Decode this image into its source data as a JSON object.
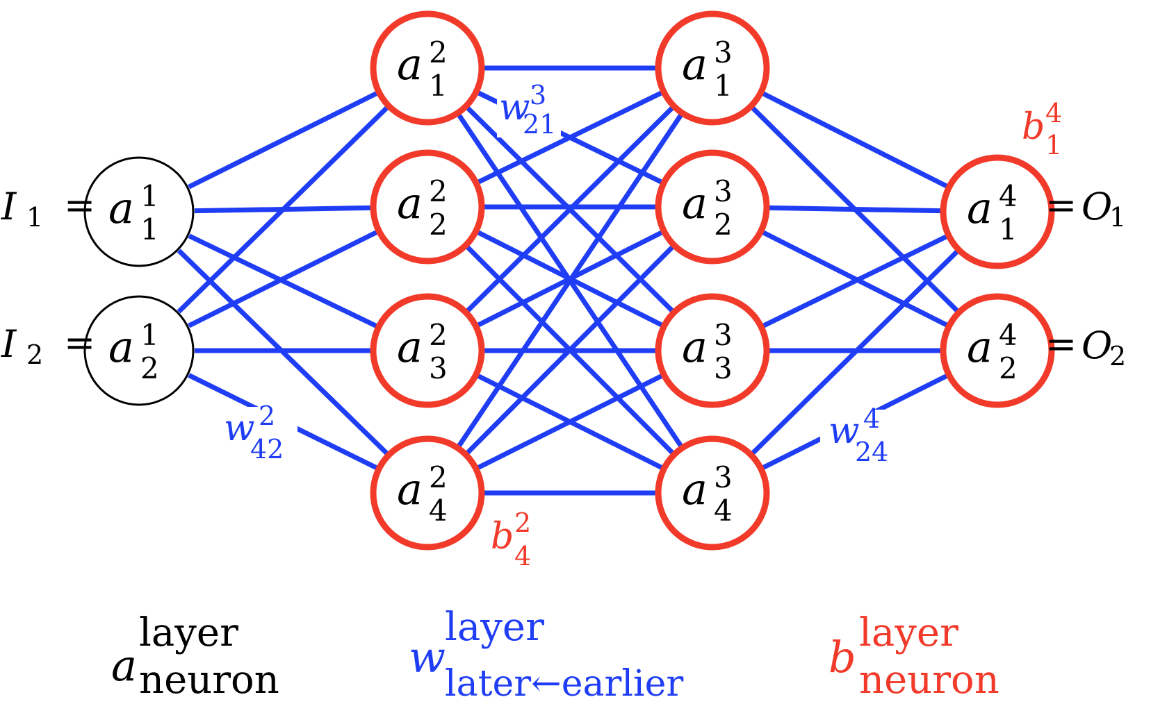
{
  "colors": {
    "weight_line": "#1f3df5",
    "bias_neuron": "#f23a2a",
    "input_neuron": "#000000",
    "text": "#000000",
    "weight_label": "#1f3df5",
    "bias_label": "#f23a2a"
  },
  "network": {
    "layers": [
      {
        "index": "1",
        "neurons": [
          {
            "symbol": "a",
            "sup": "1",
            "sub": "1",
            "left_label": {
              "symbol": "I",
              "sub": "1"
            }
          },
          {
            "symbol": "a",
            "sup": "1",
            "sub": "2",
            "left_label": {
              "symbol": "I",
              "sub": "2"
            }
          }
        ]
      },
      {
        "index": "2",
        "neurons": [
          {
            "symbol": "a",
            "sup": "2",
            "sub": "1"
          },
          {
            "symbol": "a",
            "sup": "2",
            "sub": "2"
          },
          {
            "symbol": "a",
            "sup": "2",
            "sub": "3"
          },
          {
            "symbol": "a",
            "sup": "2",
            "sub": "4"
          }
        ]
      },
      {
        "index": "3",
        "neurons": [
          {
            "symbol": "a",
            "sup": "3",
            "sub": "1"
          },
          {
            "symbol": "a",
            "sup": "3",
            "sub": "2"
          },
          {
            "symbol": "a",
            "sup": "3",
            "sub": "3"
          },
          {
            "symbol": "a",
            "sup": "3",
            "sub": "4"
          }
        ]
      },
      {
        "index": "4",
        "neurons": [
          {
            "symbol": "a",
            "sup": "4",
            "sub": "1",
            "right_label": {
              "symbol": "O",
              "sub": "1"
            }
          },
          {
            "symbol": "a",
            "sup": "4",
            "sub": "2",
            "right_label": {
              "symbol": "O",
              "sub": "2"
            }
          }
        ]
      }
    ],
    "equals": "=",
    "weight_labels": [
      {
        "symbol": "w",
        "sup": "3",
        "sub": "21"
      },
      {
        "symbol": "w",
        "sup": "2",
        "sub": "42"
      },
      {
        "symbol": "w",
        "sup": "4",
        "sub": "24"
      }
    ],
    "bias_labels": [
      {
        "symbol": "b",
        "sup": "4",
        "sub": "1"
      },
      {
        "symbol": "b",
        "sup": "2",
        "sub": "4"
      }
    ]
  },
  "legend": {
    "activation": {
      "symbol": "a",
      "sup": "layer",
      "sub": "neuron"
    },
    "weight": {
      "symbol": "w",
      "sup": "layer",
      "sub": "later←earlier"
    },
    "bias": {
      "symbol": "b",
      "sup": "layer",
      "sub": "neuron"
    }
  }
}
